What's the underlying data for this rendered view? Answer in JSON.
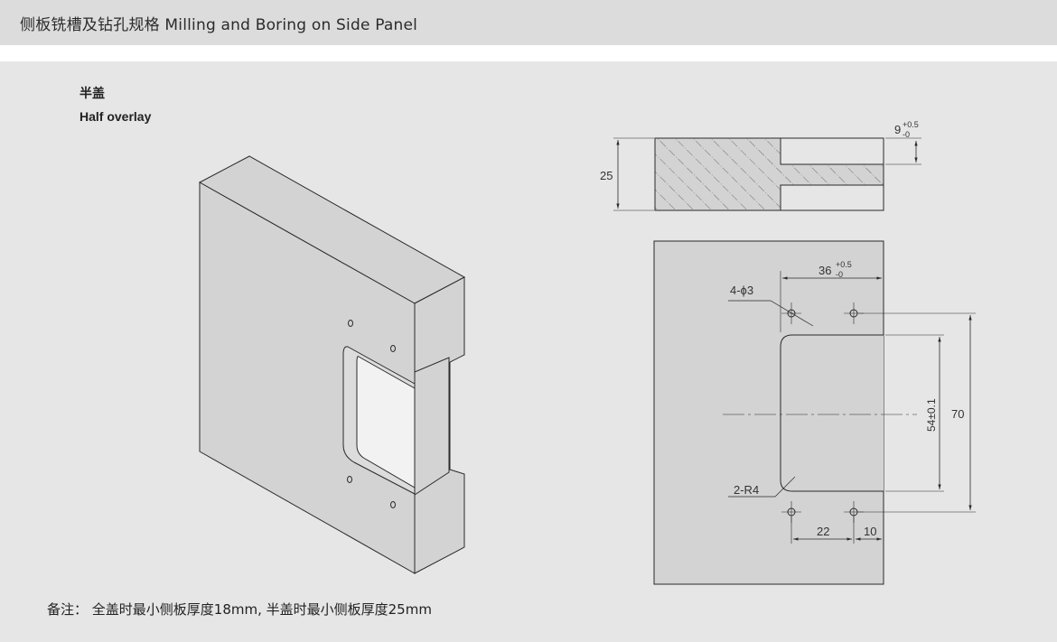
{
  "header": {
    "title": "侧板铣槽及钻孔规格  Milling  and Boring on Side Panel"
  },
  "subtitle": {
    "zh": "半盖",
    "en": "Half overlay"
  },
  "section_view": {
    "thickness": "25",
    "groove_depth_base": "9",
    "groove_depth_tol_plus": "+0.5",
    "groove_depth_tol_minus": "-0"
  },
  "front_view": {
    "groove_width_base": "36",
    "groove_width_tol_plus": "+0.5",
    "groove_width_tol_minus": "-0",
    "hole_label": "4-ϕ3",
    "radius_label": "2-R4",
    "groove_height": "54±0.1",
    "hole_spacing": "70",
    "hole_pitch": "22",
    "edge_offset": "10"
  },
  "note": "备注：  全盖时最小侧板厚度18mm, 半盖时最小侧板厚度25mm",
  "colors": {
    "header_bg": "#dcdcdc",
    "panel_bg": "#e6e6e6",
    "part_face": "#d3d3d3",
    "line": "#2a2a2a"
  }
}
